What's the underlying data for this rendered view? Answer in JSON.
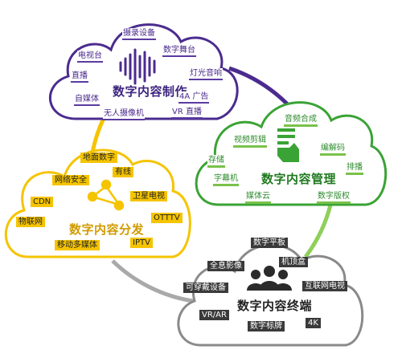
{
  "colors": {
    "production": "#4b2b8f",
    "management": "#3aa335",
    "distribution": "#f5c400",
    "terminal": "#3a3a3a",
    "ring": "#9a9a9a"
  },
  "production": {
    "title": "数字内容制作",
    "icon": "sound-wave-icon",
    "tags": [
      "摄录设备",
      "电视台",
      "数字舞台",
      "直播",
      "灯光音响",
      "自媒体",
      "4A 广告",
      "无人摄像机",
      "VR 直播"
    ]
  },
  "management": {
    "title": "数字内容管理",
    "icon": "document-hand-icon",
    "tags": [
      "音频合成",
      "视频剪辑",
      "编解码",
      "存储",
      "排播",
      "字幕机",
      "媒体云",
      "数字版权"
    ]
  },
  "distribution": {
    "title": "数字内容分发",
    "icon": "network-nodes-icon",
    "tags": [
      "地面数字",
      "有线",
      "网络安全",
      "卫星电视",
      "CDN",
      "OTTTV",
      "物联网",
      "IPTV",
      "移动多媒体"
    ]
  },
  "terminal": {
    "title": "数字内容终端",
    "icon": "users-group-icon",
    "tags": [
      "数字平板",
      "机顶盒",
      "全息影像",
      "可穿戴设备",
      "互联网电视",
      "VR/AR",
      "数字标牌",
      "4K"
    ]
  }
}
